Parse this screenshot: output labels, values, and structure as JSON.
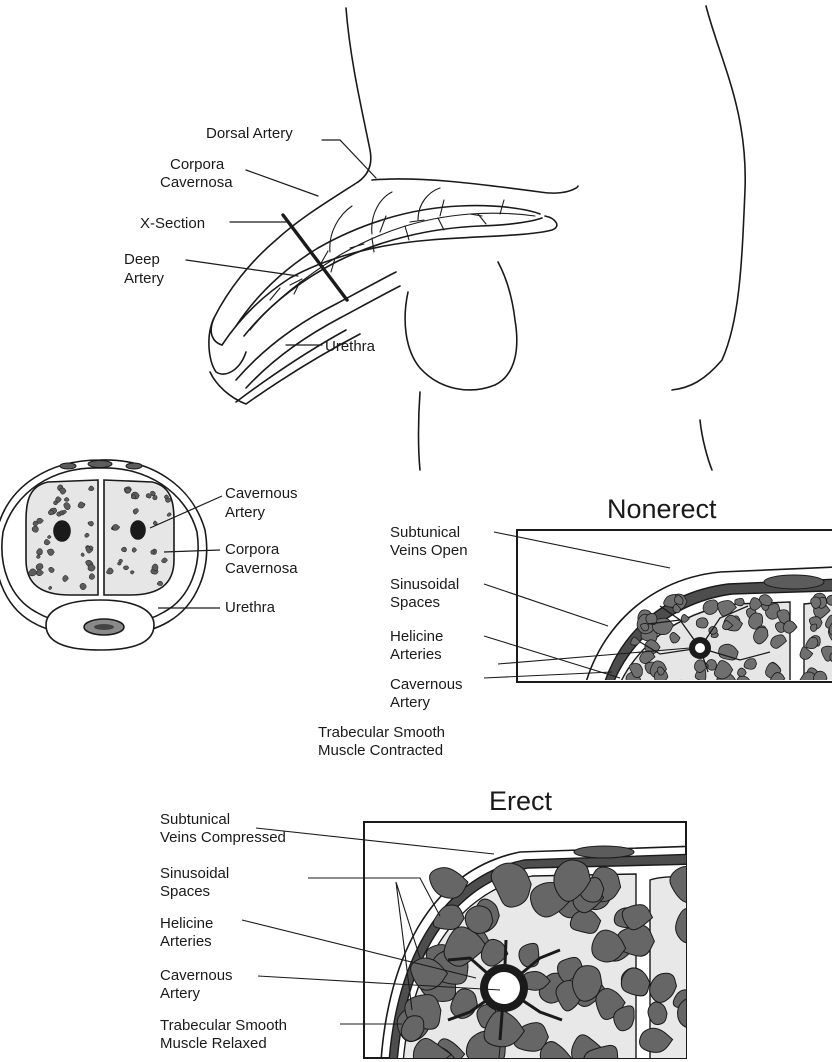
{
  "side_view": {
    "dorsal_artery": "Dorsal Artery",
    "corpora_cavernosa": [
      "Corpora",
      "Cavernosa"
    ],
    "x_section": "X-Section",
    "deep_artery": [
      "Deep",
      "Artery"
    ],
    "urethra": "Urethra"
  },
  "cross_section": {
    "cavernous_artery": [
      "Cavernous",
      "Artery"
    ],
    "corpora_cavernosa": [
      "Corpora",
      "Cavernosa"
    ],
    "urethra": "Urethra"
  },
  "nonerect": {
    "title": "Nonerect",
    "labels": {
      "subtunical": [
        "Subtunical",
        "Veins Open"
      ],
      "sinusoidal": [
        "Sinusoidal",
        "Spaces"
      ],
      "helicine": [
        "Helicine",
        "Arteries"
      ],
      "cavernous": [
        "Cavernous",
        "Artery"
      ],
      "trabecular": [
        "Trabecular Smooth",
        "Muscle Contracted"
      ]
    }
  },
  "erect": {
    "title": "Erect",
    "labels": {
      "subtunical": [
        "Subtunical",
        "Veins Compressed"
      ],
      "sinusoidal": [
        "Sinusoidal",
        "Spaces"
      ],
      "helicine": [
        "Helicine",
        "Arteries"
      ],
      "cavernous": [
        "Cavernous",
        "Artery"
      ],
      "trabecular": [
        "Trabecular Smooth",
        "Muscle Relaxed"
      ]
    }
  },
  "colors": {
    "ink": "#1a1a1a",
    "light_fill": "#e6e6e6",
    "dark_fill": "#5c5c5c",
    "sinus_nonerect": "#6f6f6f",
    "sinus_erect": "#666666"
  }
}
